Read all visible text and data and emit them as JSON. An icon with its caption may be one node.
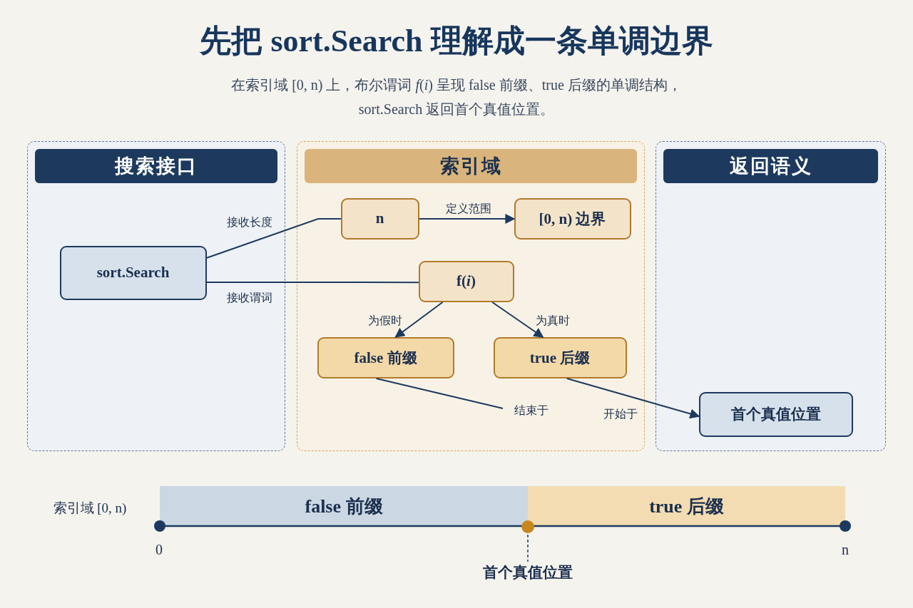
{
  "diagram": {
    "title": "先把 sort.Search 理解成一条单调边界",
    "nodes": [
      {
        "text": [
          "搜索接口"
        ]
      },
      {
        "text": [
          "sort.Search"
        ],
        "in": 0
      },
      {
        "text": [
          "索引域"
        ]
      },
      {
        "text": [
          "n"
        ],
        "in": 2
      },
      {
        "text": [
          "[0, n) 边界"
        ],
        "in": 2
      },
      {
        "text": [
          "f(*i*)"
        ],
        "in": 2
      },
      {
        "text": [
          "false 前缀"
        ],
        "in": 2
      },
      {
        "text": [
          "true 后缀"
        ],
        "in": 2
      },
      {
        "text": [
          "返回语义"
        ]
      },
      {
        "text": [
          "首个真值位置"
        ],
        "in": 8
      }
    ],
    "edges": [
      {
        "from": 1,
        "to": 3,
        "arrow": "none",
        "label": "接收长度"
      },
      {
        "from": 1,
        "to": 5,
        "arrow": "none",
        "label": "接收谓词"
      },
      {
        "from": 3,
        "to": 4,
        "arrow": "to",
        "label": "定义范围"
      },
      {
        "from": 5,
        "to": 6,
        "arrow": "to",
        "label": "为假时"
      },
      {
        "from": 5,
        "to": 7,
        "arrow": "to",
        "label": "为真时"
      },
      {
        "from": 6,
        "to": null,
        "arrow": "none",
        "label": "结束于"
      },
      {
        "from": 7,
        "to": 9,
        "arrow": "to",
        "label": "开始于"
      }
    ],
    "labels": [
      "在索引域 [0, n) 上，布尔谓词 *f*(*i*) 呈现 false 前缀、true 后缀的单调结构，sort.Search 返回首个真值位置。",
      "索引域 [0, n)",
      "false 前缀",
      "true 后缀",
      "0",
      "n",
      "首个真值位置"
    ]
  }
}
